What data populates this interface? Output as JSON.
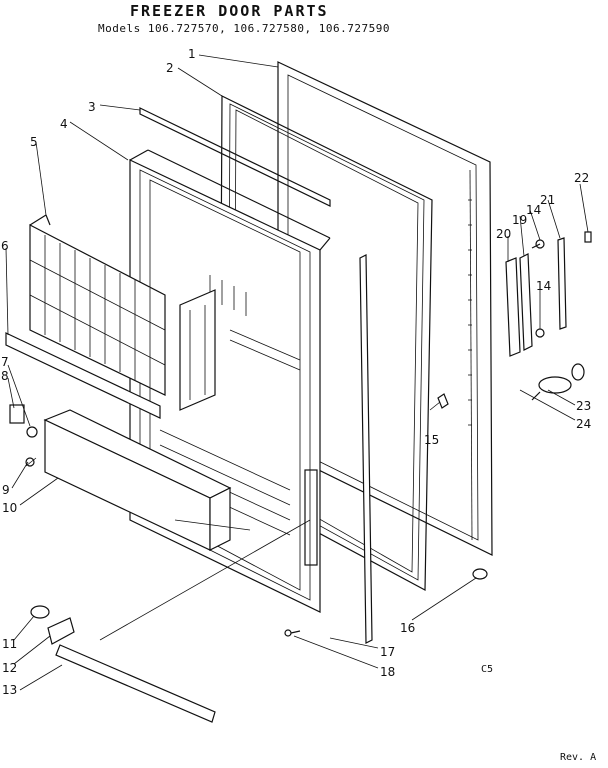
{
  "title": "FREEZER DOOR PARTS",
  "models": "Models 106.727570, 106.727580, 106.727590",
  "drawing_code": "C5",
  "revision": "Rev. A",
  "callouts": [
    "1",
    "2",
    "3",
    "4",
    "5",
    "6",
    "7",
    "8",
    "9",
    "10",
    "11",
    "12",
    "13",
    "14",
    "14",
    "15",
    "16",
    "17",
    "18",
    "19",
    "20",
    "21",
    "22",
    "23",
    "24"
  ]
}
